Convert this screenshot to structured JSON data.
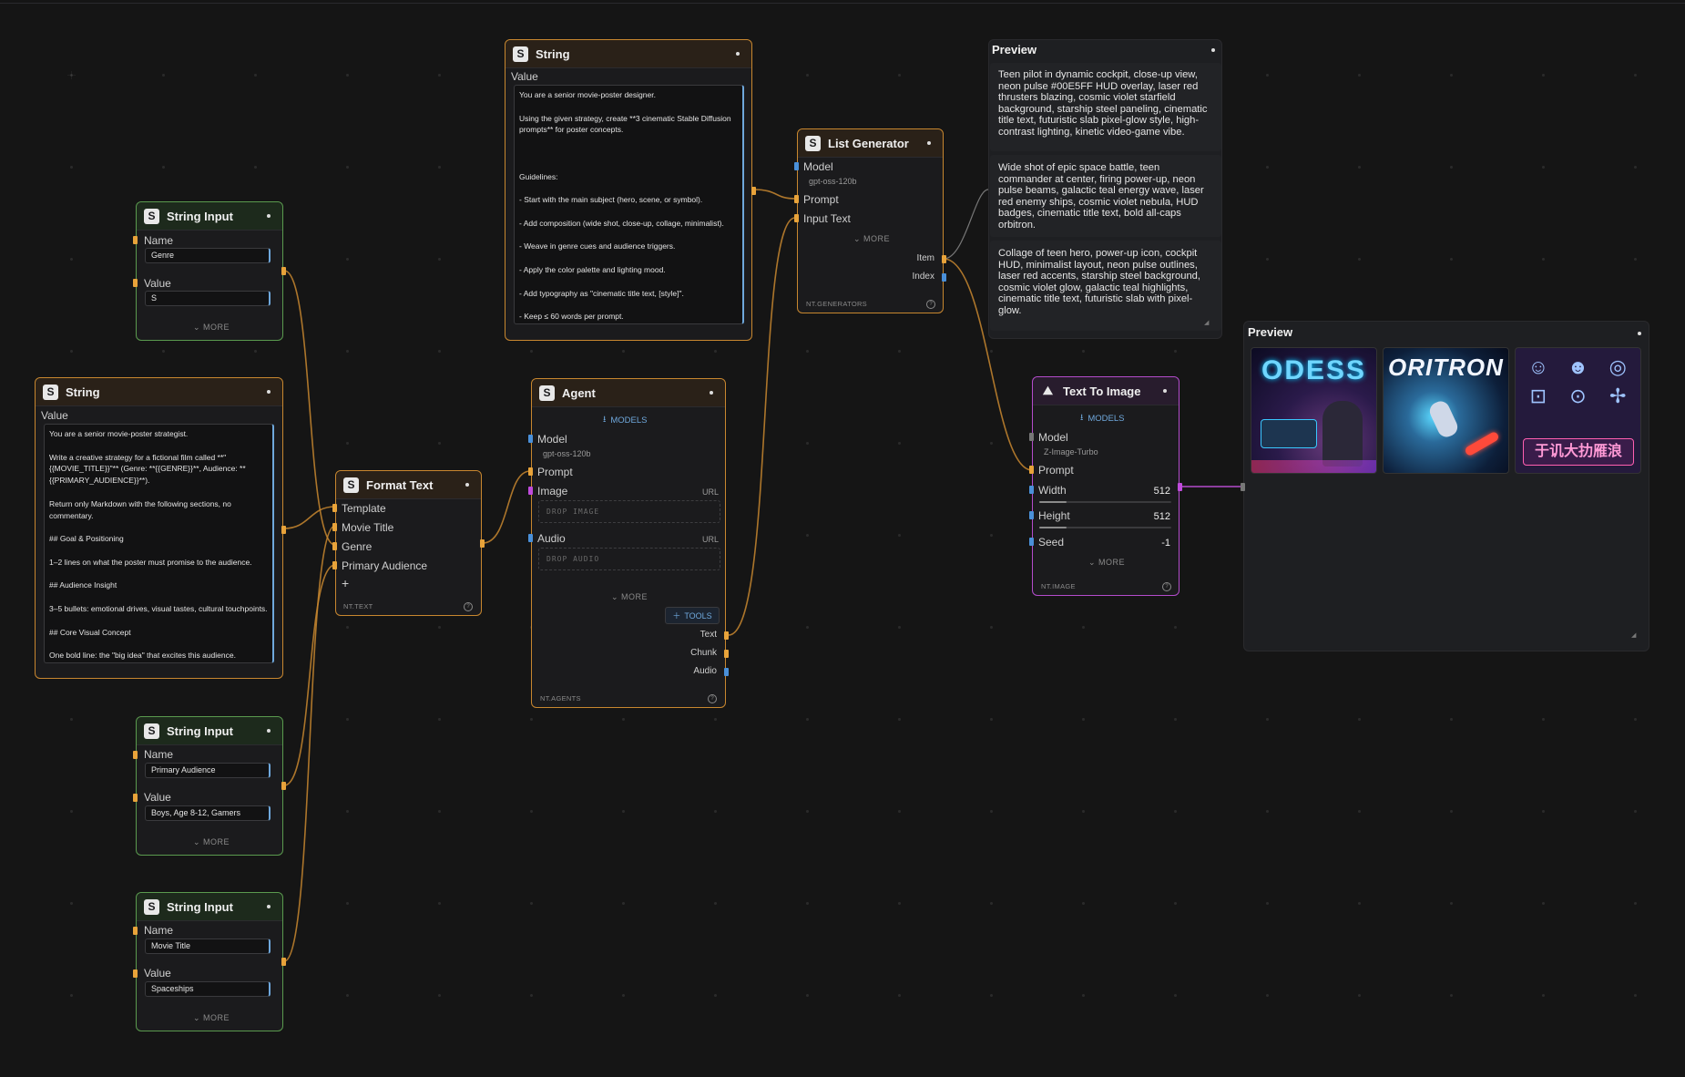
{
  "nodes": {
    "string_input_genre": {
      "title": "String Input",
      "name_label": "Name",
      "name_value": "Genre",
      "value_label": "Value",
      "value_value": "S",
      "more": "MORE"
    },
    "string_strategist": {
      "title": "String",
      "value_label": "Value",
      "text": "You are a senior movie-poster strategist.\n\nWrite a creative strategy for a fictional film called **\"{{MOVIE_TITLE}}\"** (Genre: **{{GENRE}}**, Audience: **{{PRIMARY_AUDIENCE}}**).\n\nReturn only Markdown with the following sections, no commentary.\n\n## Goal & Positioning\n\n1–2 lines on what the poster must promise to the audience.\n\n## Audience Insight\n\n3–5 bullets: emotional drives, visual tastes, cultural touchpoints.\n\n## Core Visual Concept\n\nOne bold line: the \"big idea\" that excites this audience."
    },
    "string_input_audience": {
      "title": "String Input",
      "name_label": "Name",
      "name_value": "Primary Audience",
      "value_label": "Value",
      "value_value": "Boys, Age 8-12, Gamers",
      "more": "MORE"
    },
    "string_input_title": {
      "title": "String Input",
      "name_label": "Name",
      "name_value": "Movie Title",
      "value_label": "Value",
      "value_value": "Spaceships",
      "more": "MORE"
    },
    "format_text": {
      "title": "Format Text",
      "inputs": [
        "Template",
        "Movie Title",
        "Genre",
        "Primary Audience"
      ],
      "add": "+",
      "footer": "NT.TEXT"
    },
    "string_designer": {
      "title": "String",
      "value_label": "Value",
      "text": "You are a senior movie-poster designer.\n\nUsing the given strategy, create **3 cinematic Stable Diffusion prompts** for poster concepts.\n\n\n\nGuidelines:\n\n- Start with the main subject (hero, scene, or symbol).\n\n- Add composition (wide shot, close-up, collage, minimalist).\n\n- Weave in genre cues and audience triggers.\n\n- Apply the color palette and lighting mood.\n\n- Add typography as \"cinematic title text, [style]\".\n\n- Keep ≤ 60 words per prompt."
    },
    "agent": {
      "title": "Agent",
      "models_btn": "MODELS",
      "model_label": "Model",
      "model_value": "gpt-oss-120b",
      "prompt_label": "Prompt",
      "image_label": "Image",
      "image_url": "URL",
      "image_drop": "DROP IMAGE",
      "audio_label": "Audio",
      "audio_url": "URL",
      "audio_drop": "DROP AUDIO",
      "more": "MORE",
      "tools_btn": "TOOLS",
      "outputs": [
        "Text",
        "Chunk",
        "Audio"
      ],
      "footer": "NT.AGENTS"
    },
    "list_generator": {
      "title": "List Generator",
      "model_label": "Model",
      "model_value": "gpt-oss-120b",
      "prompt_label": "Prompt",
      "input_label": "Input Text",
      "more": "MORE",
      "outputs": [
        "Item",
        "Index"
      ],
      "footer": "NT.GENERATORS"
    },
    "preview_text": {
      "title": "Preview",
      "items": [
        "Teen pilot in dynamic cockpit, close-up view, neon pulse #00E5FF HUD overlay, laser red thrusters blazing, cosmic violet starfield background, starship steel paneling, cinematic title text, futuristic slab pixel-glow style, high-contrast lighting, kinetic video-game vibe.",
        "Wide shot of epic space battle, teen commander at center, firing power-up, neon pulse beams, galactic teal energy wave, laser red enemy ships, cosmic violet nebula, HUD badges, cinematic title text, bold all-caps orbitron.",
        "Collage of teen hero, power-up icon, cockpit HUD, minimalist layout, neon pulse outlines, laser red accents, starship steel background, cosmic violet glow, galactic teal highlights, cinematic title text, futuristic slab with pixel-glow."
      ]
    },
    "text_to_image": {
      "title": "Text To Image",
      "models_btn": "MODELS",
      "model_label": "Model",
      "model_value": "Z-Image-Turbo",
      "prompt_label": "Prompt",
      "width_label": "Width",
      "width_value": "512",
      "height_label": "Height",
      "height_value": "512",
      "seed_label": "Seed",
      "seed_value": "-1",
      "more": "MORE",
      "footer": "NT.IMAGE"
    },
    "preview_images": {
      "title": "Preview",
      "images": [
        {
          "caption": "ODESS",
          "icon": "pilot-cockpit-poster"
        },
        {
          "caption": "ORITRON",
          "icon": "space-battle-poster"
        },
        {
          "caption": "于讥大扐雁浪",
          "icon": "hud-icons-collage-poster"
        }
      ]
    }
  },
  "colors": {
    "orange": "#c8872f",
    "green": "#5a9a4e",
    "purple": "#b44ccc",
    "blue": "#4a90d9",
    "wire": "#c8872f"
  }
}
